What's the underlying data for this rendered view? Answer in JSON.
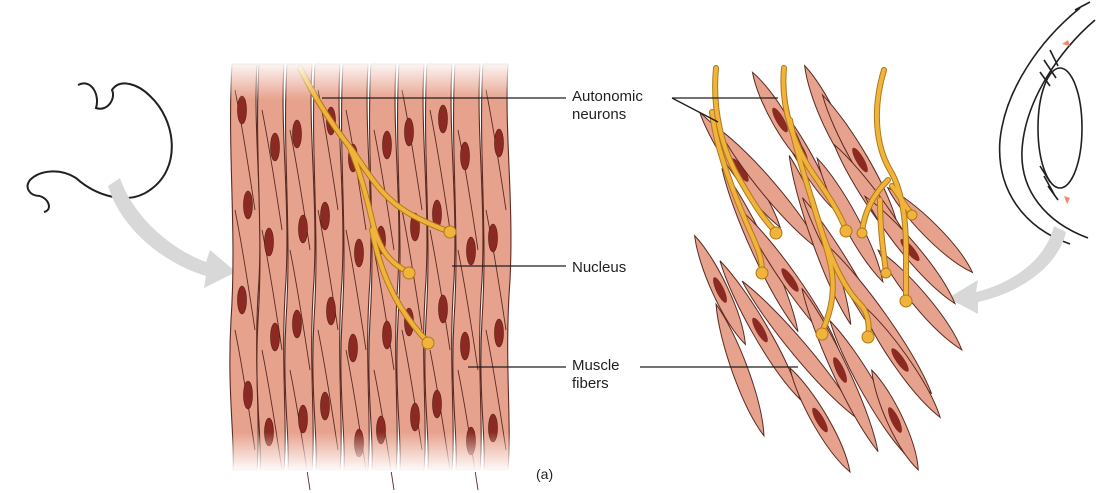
{
  "labels": {
    "autonomic_neurons": [
      "Autonomic",
      "neurons"
    ],
    "nucleus": "Nucleus",
    "muscle_fibers": [
      "Muscle",
      "fibers"
    ]
  },
  "caption": "(a)",
  "colors": {
    "fiber": "#e7a28d",
    "fiber_stroke": "#5a2a22",
    "nucleus": "#8b2a22",
    "neuron": "#f0b43c",
    "neuron_stroke": "#b07818",
    "arrow": "#d2d2d2",
    "outline": "#231f20",
    "leader": "#231f20"
  },
  "icons": [
    "stomach-outline",
    "eye-cross-section",
    "curved-arrow"
  ]
}
